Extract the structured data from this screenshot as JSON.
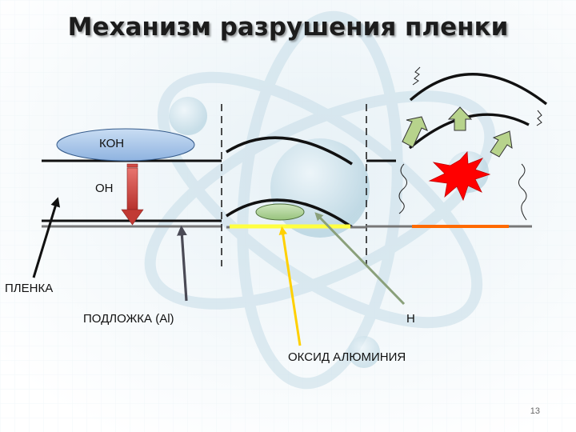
{
  "title": "Механизм разрушения пленки",
  "labels": {
    "koh": "КОН",
    "oh": "ОН",
    "film": "ПЛЕНКА",
    "substrate": "ПОДЛОЖКА (Al)",
    "hydrogen": "Н",
    "oxide": "ОКСИД АЛЮМИНИЯ"
  },
  "page_number": "13",
  "colors": {
    "oxide_layer": "#ffff40",
    "reaction_zone": "#ff6a00",
    "explosion": "#ff0000",
    "koh_bubble": "#a9c8ec",
    "oxide_bubble": "#b4d7a0",
    "arrow_down": "#d24a44",
    "arrow_up": "#b7d38c",
    "arrow_film": "#111111",
    "arrow_substrate": "#4a4a55",
    "arrow_oxide": "#ffd000",
    "arrow_h": "#8aa07a"
  }
}
